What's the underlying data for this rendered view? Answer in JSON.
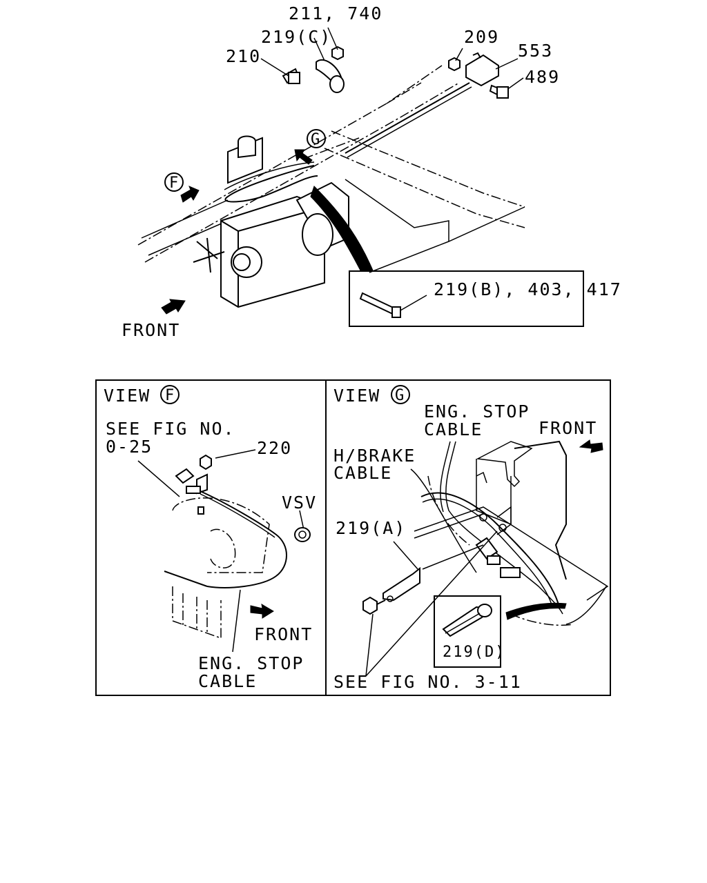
{
  "top_view": {
    "callouts": {
      "p211_740": "211, 740",
      "p219c": "219(C)",
      "p210": "210",
      "p209": "209",
      "p553": "553",
      "p489": "489"
    },
    "view_markers": {
      "f": "F",
      "g": "G"
    },
    "inset_label": "219(B), 403, 417",
    "front_label": "FRONT"
  },
  "view_f": {
    "title": "VIEW",
    "marker": "F",
    "see_fig_line1": "SEE FIG NO.",
    "see_fig_line2": "0-25",
    "p220": "220",
    "vsv": "VSV",
    "front": "FRONT",
    "cable_line1": "ENG. STOP",
    "cable_line2": "CABLE"
  },
  "view_g": {
    "title": "VIEW",
    "marker": "G",
    "eng_line1": "ENG. STOP",
    "eng_line2": "CABLE",
    "front": "FRONT",
    "brake_line1": "H/BRAKE",
    "brake_line2": "CABLE",
    "p219a": "219(A)",
    "p219d": "219(D)",
    "see_fig": "SEE FIG NO. 3-11"
  }
}
